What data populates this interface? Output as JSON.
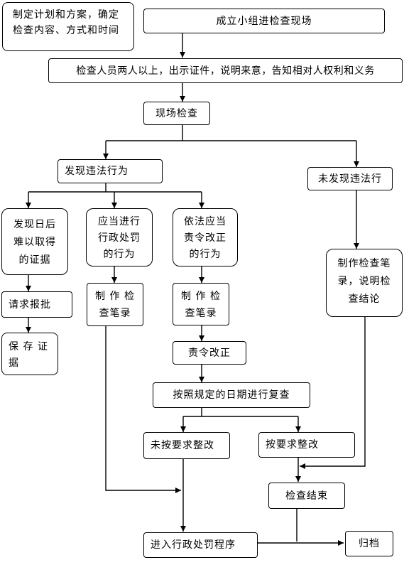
{
  "nodes": {
    "plan": "制定计划和方案，确定\n检查内容、方式和时间",
    "form_team": "成立小组进检查现场",
    "inspectors": "检查人员两人以上，出示证件，说明来意，告知相对人权利和义务",
    "onsite": "现场检查",
    "found_violation": "发现违法行为",
    "no_violation": "未发现违法行",
    "hard_evidence": "发现日后\n难以取得\n的证据",
    "should_punish": "应当进行\n行政处罚\n的行为",
    "order_correct": "依法应当\n责令改正\n的行为",
    "no_violation_record": "制作检查笔\n录，说明检\n查结论",
    "request_approval": "请求报批",
    "record_1": "制 作 检\n查笔录",
    "record_2": "制 作 检\n查笔录",
    "preserve_evidence": "保 存 证\n据",
    "rectify": "责令改正",
    "recheck": "按照规定的日期进行复查",
    "not_rectified": "未按要求整改",
    "rectified": "按要求整改",
    "inspection_end": "检查结束",
    "penalty_procedure": "进入行政处罚程序",
    "archive": "归档"
  }
}
